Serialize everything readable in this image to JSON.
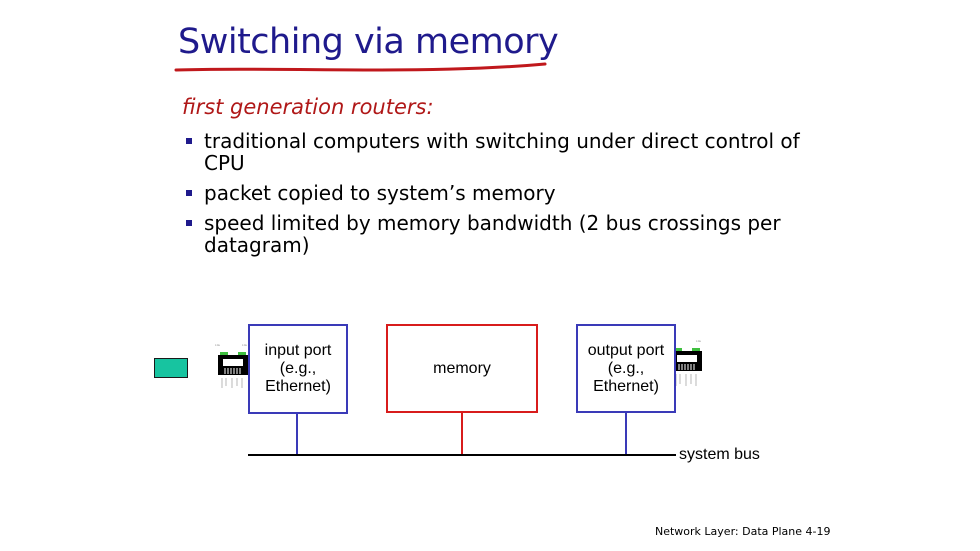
{
  "slide": {
    "title": "Switching via memory",
    "subtitle": "first generation routers:",
    "bullets": [
      {
        "text": "traditional computers with switching under direct control of CPU"
      },
      {
        "text": "packet copied to system’s memory"
      },
      {
        "text": " speed limited by memory bandwidth (2 bus crossings per datagram)"
      }
    ],
    "footer": "Network Layer: Data Plane  4-19"
  },
  "diagram": {
    "input_port_label": "input port (e.g., Ethernet)",
    "memory_label": "memory",
    "output_port_label": "output port (e.g., Ethernet)",
    "system_bus_label": "system bus",
    "icons": [
      "ethernet-jack-icon",
      "ethernet-jack-icon",
      "packet-icon"
    ]
  },
  "colors": {
    "title": "#1f1a8c",
    "title_underline": "#c0181c",
    "subtitle": "#b01818",
    "bullet": "#1f1a8c",
    "port_border": "#3a3ab8",
    "memory_border": "#d81c1c",
    "packet": "#17c4a0"
  }
}
